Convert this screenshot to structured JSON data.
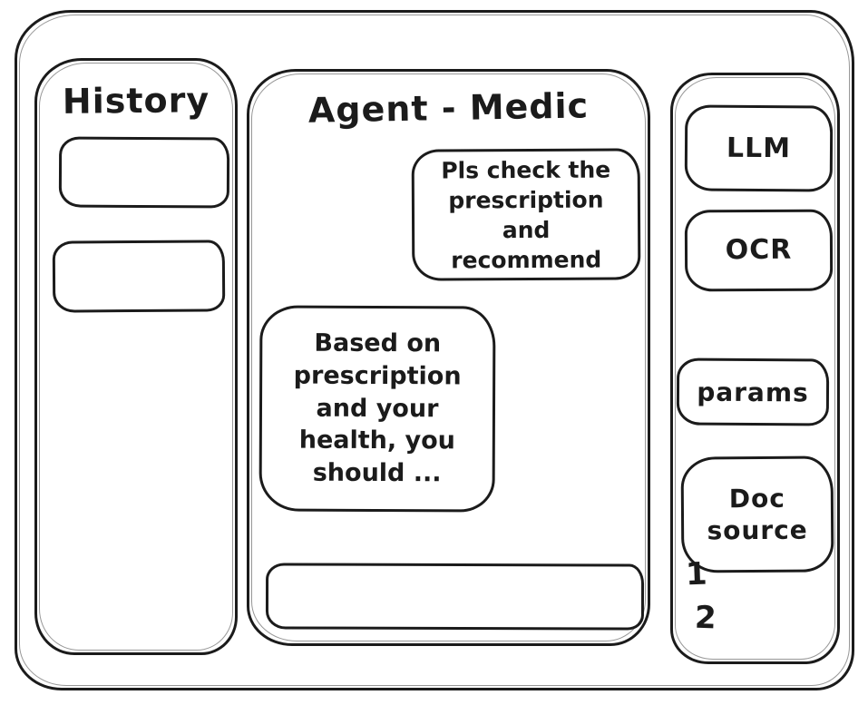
{
  "window": {
    "title": "Agent - Medic"
  },
  "history_panel": {
    "title": "History",
    "items": [
      {
        "label": ""
      },
      {
        "label": ""
      }
    ]
  },
  "chat_panel": {
    "title": "Agent - Medic",
    "messages": [
      {
        "role": "user",
        "text": "Pls check the prescription and recommend"
      },
      {
        "role": "agent",
        "text": "Based on prescription and your health, you should ..."
      }
    ],
    "input": {
      "value": "",
      "placeholder": ""
    }
  },
  "tools_panel": {
    "buttons": [
      {
        "label": "LLM"
      },
      {
        "label": "OCR"
      },
      {
        "label": "params"
      },
      {
        "label": "Doc source"
      }
    ],
    "doc_source_items": [
      "1",
      "2"
    ]
  },
  "colors": {
    "ink": "#1b1b1b",
    "background": "#ffffff"
  }
}
